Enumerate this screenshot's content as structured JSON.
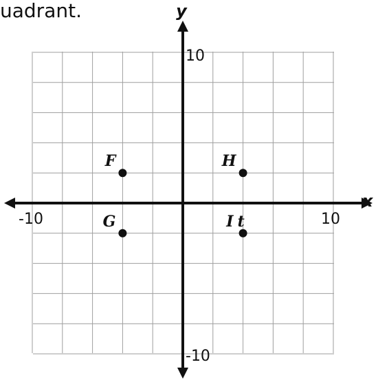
{
  "header": {
    "text": "uadrant."
  },
  "chart_data": {
    "type": "scatter",
    "xlim": [
      -10,
      10
    ],
    "ylim": [
      -10,
      10
    ],
    "grid": true,
    "grid_step": 2,
    "axis_names": {
      "x": "x",
      "y": "y"
    },
    "tick_labels": [
      {
        "axis": "x",
        "value": -10,
        "text": "-10"
      },
      {
        "axis": "x",
        "value": 10,
        "text": "10"
      },
      {
        "axis": "y",
        "value": 10,
        "text": "10"
      },
      {
        "axis": "y",
        "value": -10,
        "text": "-10"
      }
    ],
    "points": [
      {
        "label": "F",
        "x": -4,
        "y": 2
      },
      {
        "label": "H",
        "x": 4,
        "y": 2
      },
      {
        "label": "G",
        "x": -4,
        "y": -2
      },
      {
        "label": "I",
        "x": 4,
        "y": -2,
        "extra_mark": "t"
      }
    ],
    "colors": {
      "grid": "#9e9e9e",
      "axis": "#111111",
      "point": "#111111"
    }
  }
}
